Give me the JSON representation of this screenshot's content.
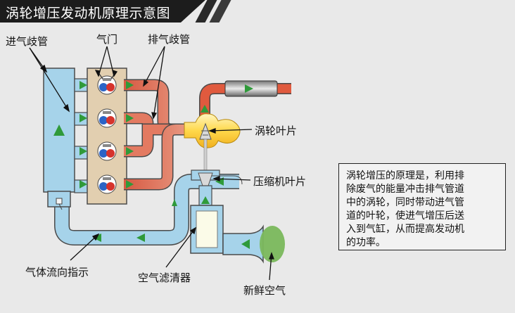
{
  "title": "涡轮增压发动机原理示意图",
  "labels": {
    "intake_manifold": "进气歧管",
    "valve": "气门",
    "exhaust_manifold": "排气歧管",
    "turbine_blade": "涡轮叶片",
    "compressor_blade": "压缩机叶片",
    "gas_flow_indicator": "气体流向指示",
    "air_filter": "空气滤清器",
    "fresh_air": "新鲜空气"
  },
  "info_box": {
    "lines": [
      "涡轮增压的原理是，利用排",
      "除废气的能量冲击排气管道",
      "中的涡轮，同时带动进气管",
      "道的叶轮，使进气增压后送",
      "入到气缸，从而提高发动机",
      "的功率。"
    ]
  },
  "colors": {
    "intake": "#9ccde6",
    "exhaust": "#e06a50",
    "arrow": "#2f9a3a",
    "engine_block": "#e2cfb0",
    "fresh_air": "#7ab85c"
  }
}
